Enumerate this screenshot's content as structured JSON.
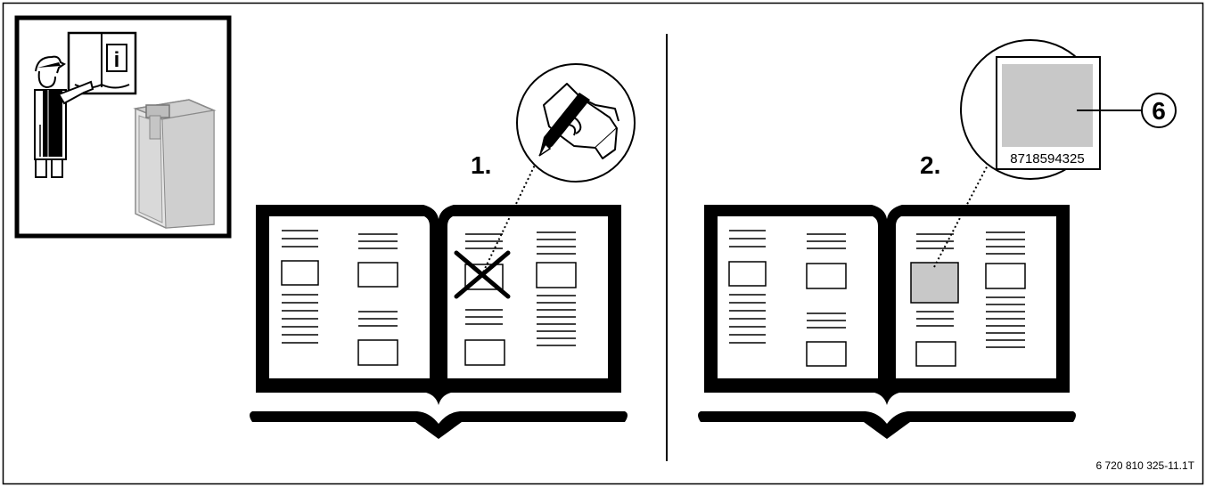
{
  "figure": {
    "step1_label": "1.",
    "step2_label": "2.",
    "callout_number": "6",
    "label_code": "8718594325",
    "figure_id": "6 720 810 325-11.1T",
    "info_letter": "i"
  },
  "colors": {
    "ink": "#000000",
    "label_fill": "#c8c8c8",
    "boiler_body": "#d4d4d4",
    "paper": "#ffffff"
  }
}
